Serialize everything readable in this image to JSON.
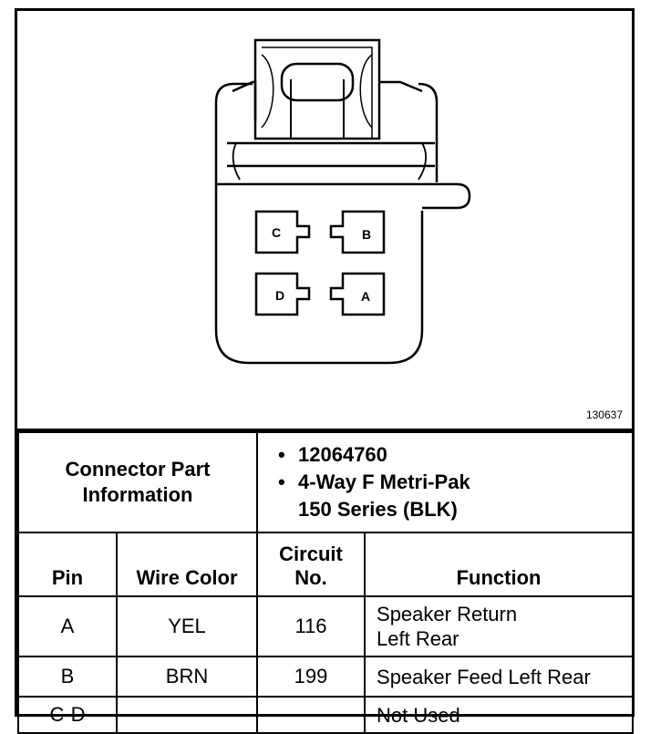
{
  "figure_number": "130637",
  "connector_pins": [
    "C",
    "B",
    "D",
    "A"
  ],
  "part_info": {
    "label_line1": "Connector Part",
    "label_line2": "Information",
    "part_number": "12064760",
    "desc_line1": "4-Way F Metri-Pak",
    "desc_line2": "150 Series (BLK)"
  },
  "table": {
    "headers": {
      "pin": "Pin",
      "wire_color": "Wire Color",
      "circuit_line1": "Circuit",
      "circuit_line2": "No.",
      "function": "Function"
    },
    "rows": [
      {
        "pin": "A",
        "wire_color": "YEL",
        "circuit": "116",
        "function_line1": "Speaker Return",
        "function_line2": "Left Rear"
      },
      {
        "pin": "B",
        "wire_color": "BRN",
        "circuit": "199",
        "function_line1": "Speaker Feed Left Rear",
        "function_line2": ""
      },
      {
        "pin": "C-D",
        "wire_color": "—",
        "circuit": "—",
        "function_line1": "Not Used",
        "function_line2": ""
      }
    ]
  }
}
